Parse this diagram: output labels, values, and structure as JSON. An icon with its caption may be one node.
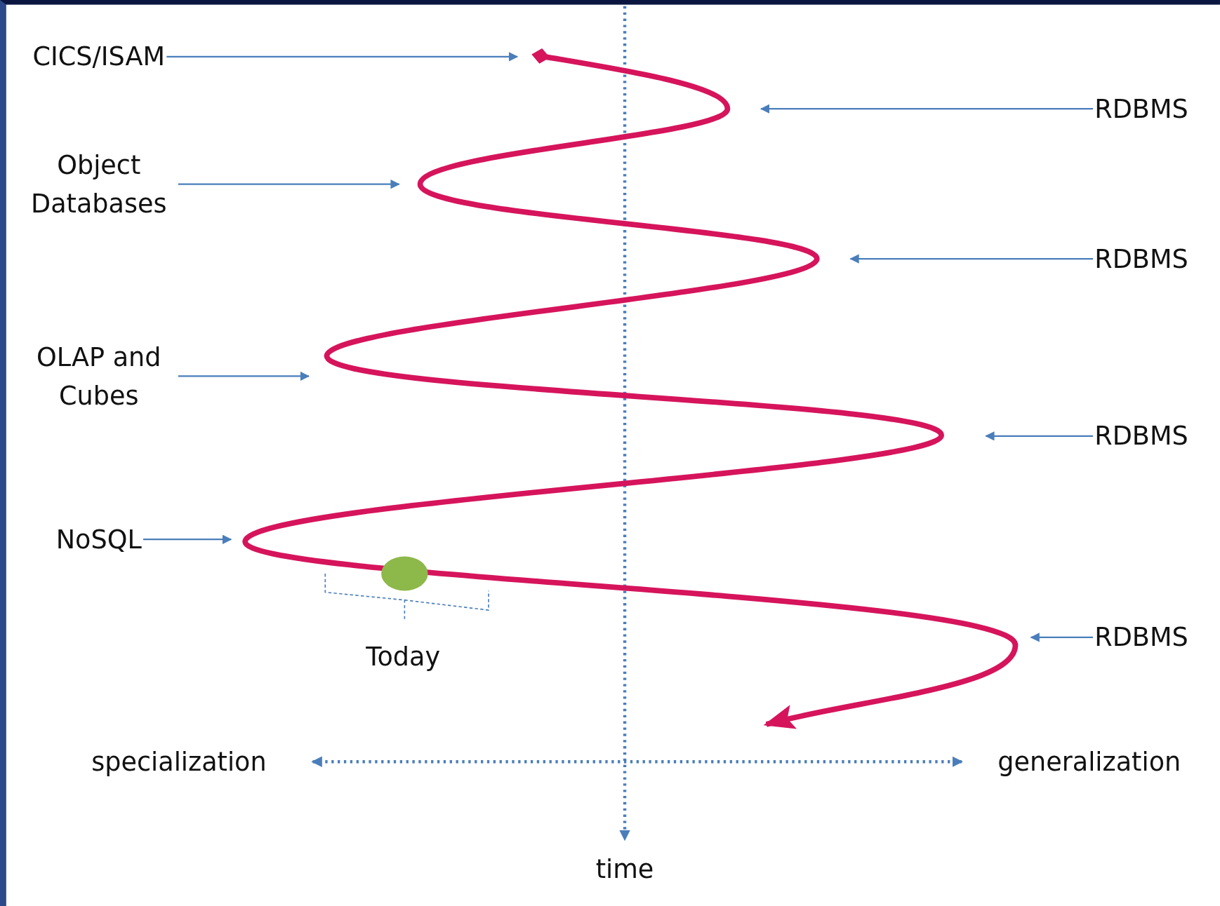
{
  "diagram": {
    "nodes": [
      {
        "text": [
          "CICS/ISAM"
        ]
      },
      {
        "text": [
          "RDBMS"
        ]
      },
      {
        "text": [
          "Object Databases"
        ]
      },
      {
        "text": [
          "RDBMS"
        ]
      },
      {
        "text": [
          "OLAP and Cubes"
        ]
      },
      {
        "text": [
          "RDBMS"
        ]
      },
      {
        "text": [
          "NoSQL"
        ]
      },
      {
        "text": [
          "RDBMS"
        ]
      }
    ],
    "edges": [
      {
        "from": 0,
        "to": null,
        "arrow": "to"
      },
      {
        "from": 1,
        "to": null,
        "arrow": "to"
      },
      {
        "from": 2,
        "to": null,
        "arrow": "to"
      },
      {
        "from": 3,
        "to": null,
        "arrow": "to"
      },
      {
        "from": 4,
        "to": null,
        "arrow": "to"
      },
      {
        "from": 5,
        "to": null,
        "arrow": "to"
      },
      {
        "from": 6,
        "to": null,
        "arrow": "to"
      },
      {
        "from": 7,
        "to": null,
        "arrow": "to"
      }
    ],
    "labels": [
      "Today",
      "specialization",
      "generalization",
      "time"
    ]
  }
}
